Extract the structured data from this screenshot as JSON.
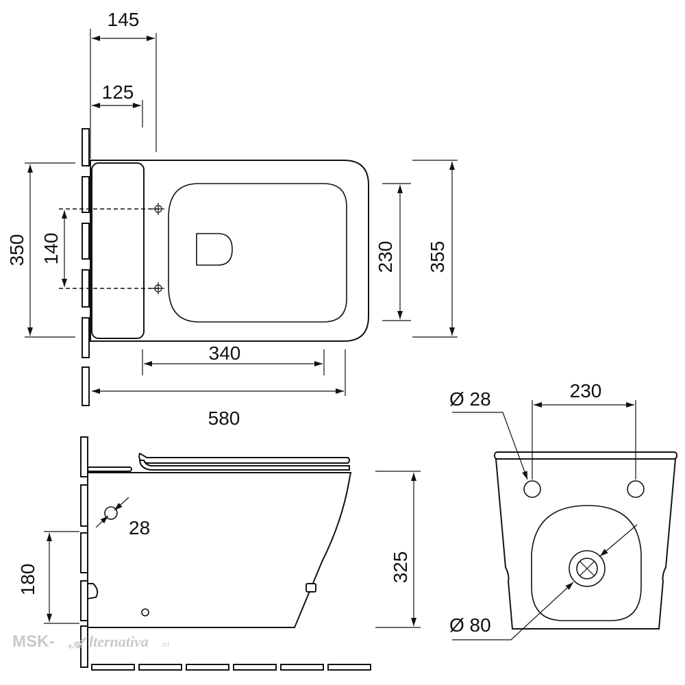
{
  "dimensions": {
    "top_145": "145",
    "top_125": "125",
    "top_350": "350",
    "top_140": "140",
    "top_230": "230",
    "top_355": "355",
    "top_340": "340",
    "top_580": "580",
    "side_28": "28",
    "side_180": "180",
    "side_325": "325",
    "front_d28": "Ø 28",
    "front_230": "230",
    "front_d80": "Ø 80"
  },
  "watermark": {
    "prefix": "MSK-",
    "script": "lternativa",
    "domain": ".ru"
  },
  "colors": {
    "line": "#111111",
    "background": "#ffffff",
    "watermark": "#c9c9c9"
  }
}
